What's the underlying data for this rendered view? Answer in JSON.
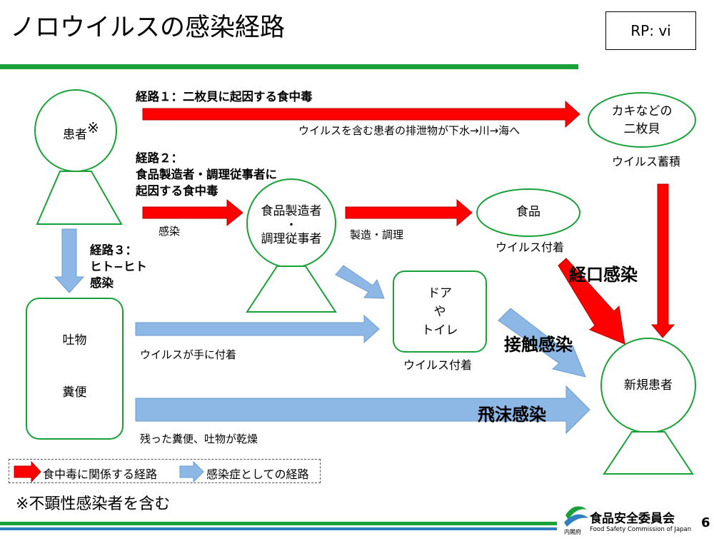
{
  "header": {
    "title": "ノロウイルスの感染経路",
    "rp_label": "RP: vi"
  },
  "routes": {
    "route1": "経路１：二枚貝に起因する食中毒",
    "route1_desc": "ウイルスを含む患者の排泄物が下水→川→海へ",
    "route2_line1": "経路２：",
    "route2_line2": "食品製造者・調理従事者に",
    "route2_line3": "起因する食中毒",
    "route3_line1": "経路３：",
    "route3_line2": "ヒト−ヒト",
    "route3_line3": "感染"
  },
  "nodes": {
    "patient": "患者",
    "patient_mark": "※",
    "oyster_line1": "カキなどの",
    "oyster_line2": "二枚貝",
    "oyster_caption": "ウイルス蓄積",
    "worker_line1": "食品製造者",
    "worker_dot": "・",
    "worker_line2": "調理従事者",
    "food": "食品",
    "food_caption": "ウイルス付着",
    "door_line1": "ドア",
    "door_line2": "や",
    "door_line3": "トイレ",
    "door_caption": "ウイルス付着",
    "vomit": "吐物",
    "feces": "糞便",
    "new_patient": "新規患者"
  },
  "labels": {
    "infection": "感染",
    "manufacture": "製造・調理",
    "hand": "ウイルスが手に付着",
    "dried": "残った糞便、吐物が乾燥",
    "oral": "経口感染",
    "contact": "接触感染",
    "droplet": "飛沫感染"
  },
  "legend": {
    "red_label": "食中毒に関係する経路",
    "blue_label": "感染症としての経路"
  },
  "footer": {
    "note": "※不顕性感染者を含む",
    "logo_name": "食品安全委員会",
    "logo_en": "Food Safety Commission of Japan",
    "logo_org": "内閣府",
    "page": "6"
  },
  "colors": {
    "red_arrow": "#ff0000",
    "blue_arrow": "#8db8e6",
    "green_bar": "#1aa038",
    "blue_bar": "#2f7fc1"
  }
}
